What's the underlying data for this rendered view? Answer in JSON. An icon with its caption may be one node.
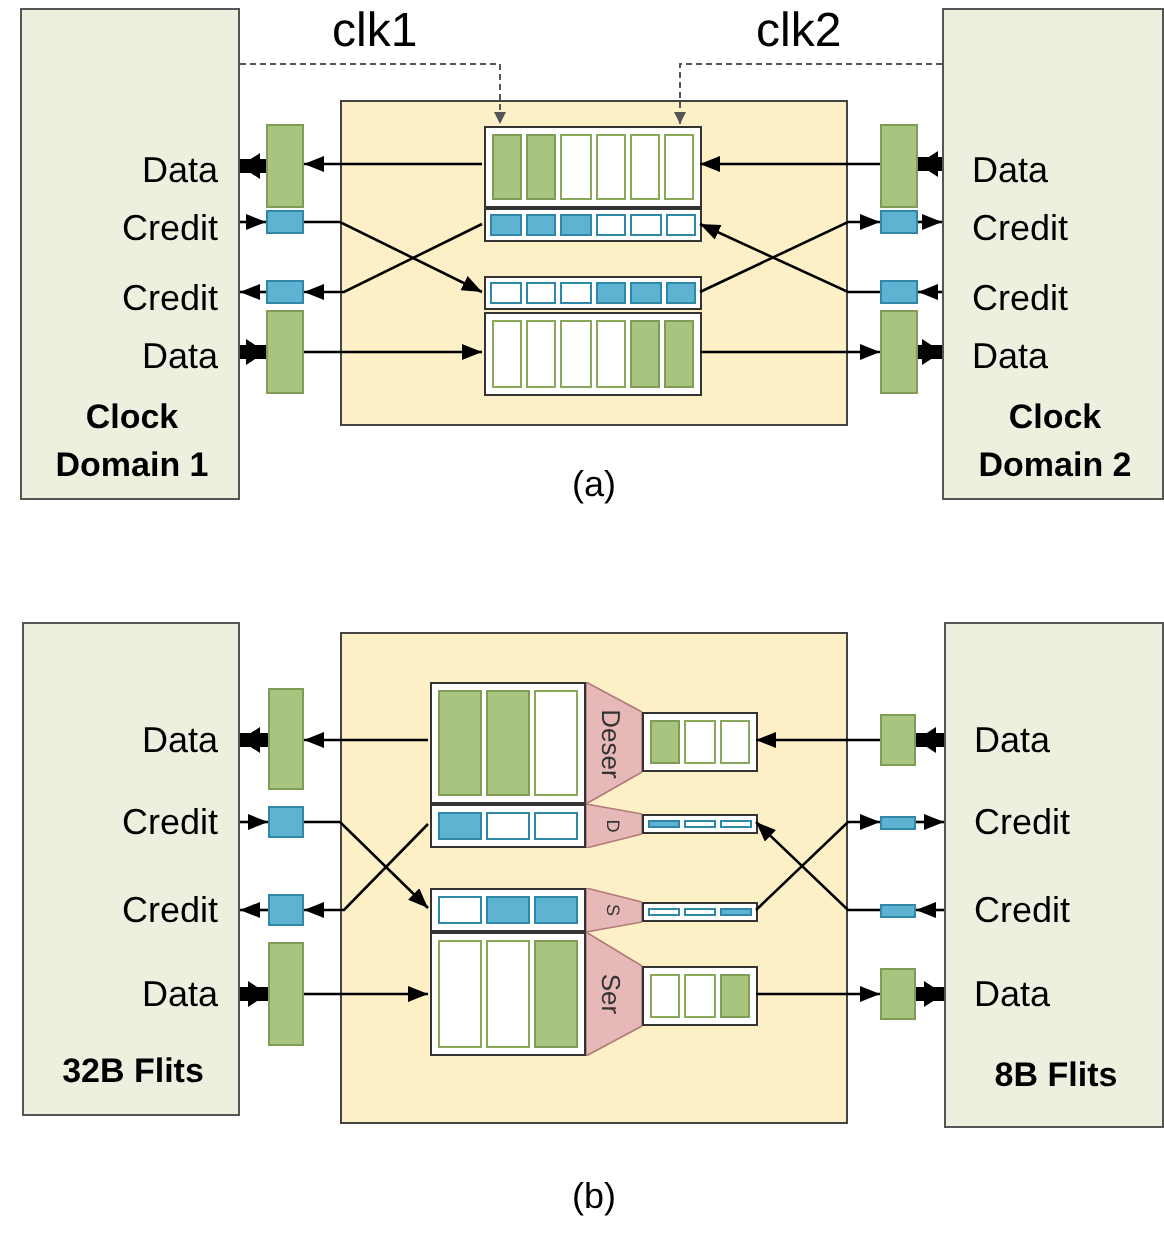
{
  "diagram": {
    "nodes": [
      {
        "text": [
          "Data",
          "Credit",
          "Credit",
          "Data",
          "Clock Domain 1"
        ]
      },
      {
        "text": [],
        "shape": "box"
      },
      {
        "text": [],
        "shape": "box",
        "in": 1
      },
      {
        "text": [],
        "shape": "box",
        "in": 1
      },
      {
        "text": [],
        "shape": "box",
        "in": 1
      },
      {
        "text": [],
        "shape": "box",
        "in": 1
      },
      {
        "text": [
          "Data",
          "Credit",
          "Credit",
          "Data",
          "Clock Domain 2"
        ]
      },
      {
        "text": [],
        "shape": "box"
      },
      {
        "text": [],
        "shape": "box"
      },
      {
        "text": [],
        "shape": "box"
      },
      {
        "text": [],
        "shape": "box"
      },
      {
        "text": [],
        "shape": "box"
      },
      {
        "text": [],
        "shape": "box"
      },
      {
        "text": [],
        "shape": "box"
      },
      {
        "text": [],
        "shape": "box"
      },
      {
        "text": [
          "Data",
          "Credit",
          "Credit",
          "Data",
          "32B Flits"
        ]
      },
      {
        "text": [],
        "shape": "box"
      },
      {
        "text": [],
        "shape": "box",
        "in": 16
      },
      {
        "text": [
          "Deser"
        ],
        "in": 16
      },
      {
        "text": [],
        "shape": "box",
        "in": 16
      },
      {
        "text": [],
        "shape": "box",
        "in": 16
      },
      {
        "text": [
          "D"
        ],
        "in": 16
      },
      {
        "text": [],
        "shape": "box",
        "in": 16
      },
      {
        "text": [],
        "shape": "box",
        "in": 16
      },
      {
        "text": [
          "S"
        ],
        "in": 16
      },
      {
        "text": [],
        "shape": "box",
        "in": 16
      },
      {
        "text": [],
        "shape": "box",
        "in": 16
      },
      {
        "text": [
          "Ser"
        ],
        "in": 16
      },
      {
        "text": [],
        "shape": "box",
        "in": 16
      },
      {
        "text": [
          "Data",
          "Credit",
          "Credit",
          "Data",
          "8B Flits"
        ]
      },
      {
        "text": [],
        "shape": "box"
      },
      {
        "text": [],
        "shape": "box"
      },
      {
        "text": [],
        "shape": "box"
      },
      {
        "text": [],
        "shape": "box"
      },
      {
        "text": [],
        "shape": "box"
      },
      {
        "text": [],
        "shape": "box"
      },
      {
        "text": [],
        "shape": "box"
      },
      {
        "text": [],
        "shape": "box"
      }
    ],
    "edges": [
      {
        "from": 0,
        "to": 2,
        "arrow": "to",
        "style": "dashed",
        "label": "clk1"
      },
      {
        "from": 6,
        "to": 2,
        "arrow": "to",
        "style": "dashed",
        "label": "clk2"
      },
      {
        "from": 2,
        "to": 7,
        "arrow": "to"
      },
      {
        "from": 7,
        "to": 0,
        "arrow": "to",
        "style": "thick"
      },
      {
        "from": 6,
        "to": 11,
        "arrow": "to",
        "style": "thick"
      },
      {
        "from": 11,
        "to": 2,
        "arrow": "to"
      },
      {
        "from": 0,
        "to": 8,
        "arrow": "to"
      },
      {
        "from": 8,
        "to": 4,
        "arrow": "to"
      },
      {
        "from": 3,
        "to": 9,
        "arrow": "to"
      },
      {
        "from": 9,
        "to": 0,
        "arrow": "to"
      },
      {
        "from": 0,
        "to": 10,
        "arrow": "to",
        "style": "thick"
      },
      {
        "from": 10,
        "to": 5,
        "arrow": "to"
      },
      {
        "from": 5,
        "to": 14,
        "arrow": "to"
      },
      {
        "from": 14,
        "to": 6,
        "arrow": "to",
        "style": "thick"
      },
      {
        "from": 4,
        "to": 12,
        "arrow": "to"
      },
      {
        "from": 12,
        "to": 6,
        "arrow": "to"
      },
      {
        "from": 6,
        "to": 13,
        "arrow": "to"
      },
      {
        "from": 13,
        "to": 3,
        "arrow": "to"
      },
      {
        "from": 17,
        "to": 30,
        "arrow": "to"
      },
      {
        "from": 30,
        "to": 15,
        "arrow": "to",
        "style": "thick"
      },
      {
        "from": 29,
        "to": 34,
        "arrow": "to",
        "style": "thick"
      },
      {
        "from": 34,
        "to": 19,
        "arrow": "to"
      },
      {
        "from": 15,
        "to": 31,
        "arrow": "to"
      },
      {
        "from": 31,
        "to": 23,
        "arrow": "to"
      },
      {
        "from": 20,
        "to": 32,
        "arrow": "to"
      },
      {
        "from": 32,
        "to": 15,
        "arrow": "to"
      },
      {
        "from": 15,
        "to": 33,
        "arrow": "to",
        "style": "thick"
      },
      {
        "from": 33,
        "to": 26,
        "arrow": "to"
      },
      {
        "from": 28,
        "to": 37,
        "arrow": "to"
      },
      {
        "from": 37,
        "to": 29,
        "arrow": "to",
        "style": "thick"
      },
      {
        "from": 25,
        "to": 35,
        "arrow": "to"
      },
      {
        "from": 35,
        "to": 29,
        "arrow": "to"
      },
      {
        "from": 29,
        "to": 36,
        "arrow": "to"
      },
      {
        "from": 36,
        "to": 22,
        "arrow": "to"
      }
    ],
    "labels": [
      "(a)",
      "(b)"
    ]
  }
}
